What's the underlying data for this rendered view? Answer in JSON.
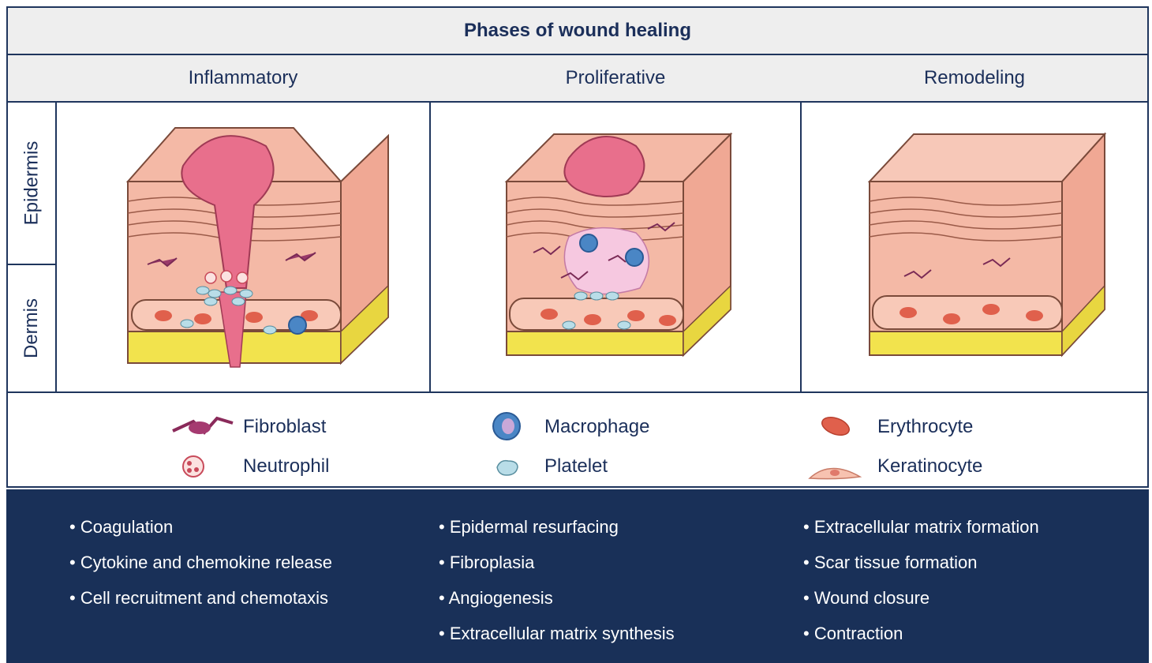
{
  "title": "Phases of wound healing",
  "phases": [
    "Inflammatory",
    "Proliferative",
    "Remodeling"
  ],
  "layers": {
    "epidermis": "Epidermis",
    "dermis": "Dermis"
  },
  "legend": {
    "fibroblast": "Fibroblast",
    "neutrophil": "Neutrophil",
    "macrophage": "Macrophage",
    "platelet": "Platelet",
    "erythrocyte": "Erythrocyte",
    "keratinocyte": "Keratinocyte"
  },
  "processes": {
    "inflammatory": [
      "• Coagulation",
      "• Cytokine and chemokine release",
      "• Cell recruitment and chemotaxis"
    ],
    "proliferative": [
      "• Epidermal resurfacing",
      "• Fibroplasia",
      "• Angiogenesis",
      "• Extracellular matrix synthesis"
    ],
    "remodeling": [
      "• Extracellular matrix formation",
      "• Scar tissue formation",
      "• Wound closure",
      "• Contraction"
    ]
  },
  "colors": {
    "navy": "#193058",
    "border": "#1f355d",
    "header_bg": "#eeeeee",
    "skin": "#f4b9a6",
    "wound": "#e86f8c",
    "fat": "#f2e34d",
    "erythrocyte": "#e0604c",
    "macrophage": "#4a86c5",
    "platelet": "#b9dde8"
  }
}
